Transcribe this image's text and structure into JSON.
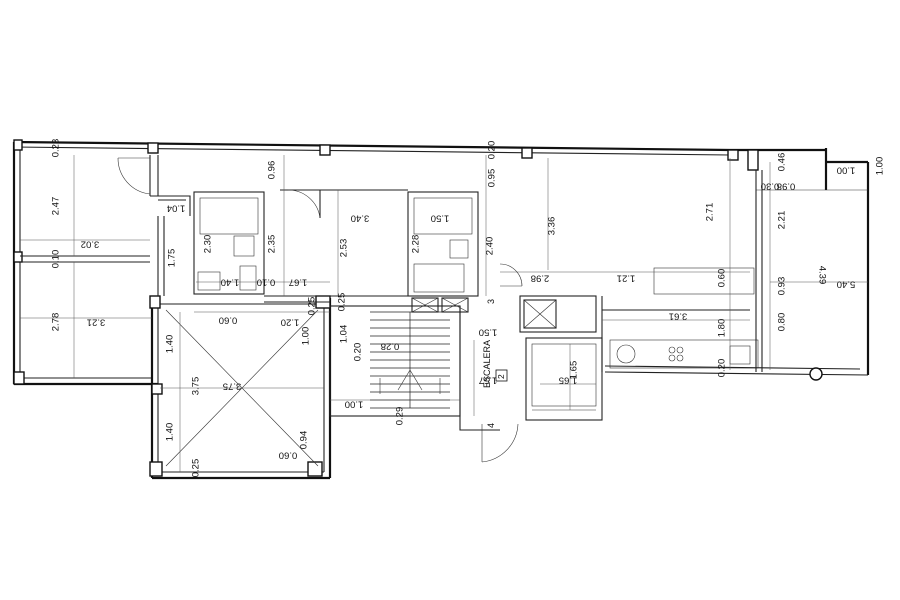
{
  "diagram": {
    "type": "architectural-floor-plan",
    "labels": {
      "stair": "ESCALERA",
      "stair_number": "2",
      "stair_mark_3": "3",
      "stair_mark_4": "4"
    },
    "dimensions": [
      {
        "id": "d023a",
        "text": "0.23",
        "rot": -90
      },
      {
        "id": "d247",
        "text": "2.47",
        "rot": -90
      },
      {
        "id": "d302",
        "text": "3.02",
        "rot": 180
      },
      {
        "id": "d010",
        "text": "0.10",
        "rot": -90
      },
      {
        "id": "d278",
        "text": "2.78",
        "rot": -90
      },
      {
        "id": "d321",
        "text": "3.21",
        "rot": 180
      },
      {
        "id": "d104a",
        "text": "1.04",
        "rot": 180
      },
      {
        "id": "d175",
        "text": "1.75",
        "rot": -90
      },
      {
        "id": "d096",
        "text": "0.96",
        "rot": -90
      },
      {
        "id": "d230",
        "text": "2.30",
        "rot": -90
      },
      {
        "id": "d235",
        "text": "2.35",
        "rot": -90
      },
      {
        "id": "d140a",
        "text": "1.40",
        "rot": 180
      },
      {
        "id": "d010b",
        "text": "0.10",
        "rot": 180
      },
      {
        "id": "d167",
        "text": "1.67",
        "rot": 180
      },
      {
        "id": "d025a",
        "text": "0.25",
        "rot": -90
      },
      {
        "id": "d340",
        "text": "3.40",
        "rot": 180
      },
      {
        "id": "d253",
        "text": "2.53",
        "rot": -90
      },
      {
        "id": "d150a",
        "text": "1.50",
        "rot": 180
      },
      {
        "id": "d228",
        "text": "2.28",
        "rot": -90
      },
      {
        "id": "d240",
        "text": "2.40",
        "rot": -90
      },
      {
        "id": "d095",
        "text": "0.95",
        "rot": -90
      },
      {
        "id": "d020a",
        "text": "0.20",
        "rot": -90
      },
      {
        "id": "d336",
        "text": "3.36",
        "rot": -90
      },
      {
        "id": "d271",
        "text": "2.71",
        "rot": -90
      },
      {
        "id": "d298",
        "text": "2.98",
        "rot": 180
      },
      {
        "id": "d121",
        "text": "1.21",
        "rot": 180
      },
      {
        "id": "d060a",
        "text": "0.60",
        "rot": -90
      },
      {
        "id": "d046",
        "text": "0.46",
        "rot": -90
      },
      {
        "id": "d098",
        "text": "0.98",
        "rot": 180
      },
      {
        "id": "d030",
        "text": "0.30",
        "rot": 180
      },
      {
        "id": "d100a",
        "text": "1.00",
        "rot": 180
      },
      {
        "id": "d100b",
        "text": "1.00",
        "rot": -90
      },
      {
        "id": "d221",
        "text": "2.21",
        "rot": -90
      },
      {
        "id": "d093",
        "text": "0.93",
        "rot": -90
      },
      {
        "id": "d080",
        "text": "0.80",
        "rot": -90
      },
      {
        "id": "d439",
        "text": "4.39",
        "rot": 90
      },
      {
        "id": "d540",
        "text": "5.40",
        "rot": 180
      },
      {
        "id": "d361",
        "text": "3.61",
        "rot": 180
      },
      {
        "id": "d180",
        "text": "1.80",
        "rot": -90
      },
      {
        "id": "d020b",
        "text": "0.20",
        "rot": -90
      },
      {
        "id": "d060b",
        "text": "0.60",
        "rot": 180
      },
      {
        "id": "d120",
        "text": "1.20",
        "rot": 180
      },
      {
        "id": "d100c",
        "text": "1.00",
        "rot": -90
      },
      {
        "id": "d104b",
        "text": "1.04",
        "rot": -90
      },
      {
        "id": "d025b",
        "text": "0.25",
        "rot": -90
      },
      {
        "id": "d020c",
        "text": "0.20",
        "rot": -90
      },
      {
        "id": "d028",
        "text": "0.28",
        "rot": 180
      },
      {
        "id": "d140b",
        "text": "1.40",
        "rot": -90
      },
      {
        "id": "d375a",
        "text": "3.75",
        "rot": -90
      },
      {
        "id": "d375b",
        "text": "3.75",
        "rot": 180
      },
      {
        "id": "d140c",
        "text": "1.40",
        "rot": -90
      },
      {
        "id": "d025c",
        "text": "0.25",
        "rot": -90
      },
      {
        "id": "d060c",
        "text": "0.60",
        "rot": 180
      },
      {
        "id": "d094",
        "text": "0.94",
        "rot": -90
      },
      {
        "id": "d100d",
        "text": "1.00",
        "rot": 180
      },
      {
        "id": "d029",
        "text": "0.29",
        "rot": -90
      },
      {
        "id": "d150b",
        "text": "1.50",
        "rot": 180
      },
      {
        "id": "d157",
        "text": "1.57",
        "rot": 180
      },
      {
        "id": "d165a",
        "text": "1.65",
        "rot": 180
      },
      {
        "id": "d165b",
        "text": "1.65",
        "rot": -90
      }
    ]
  }
}
